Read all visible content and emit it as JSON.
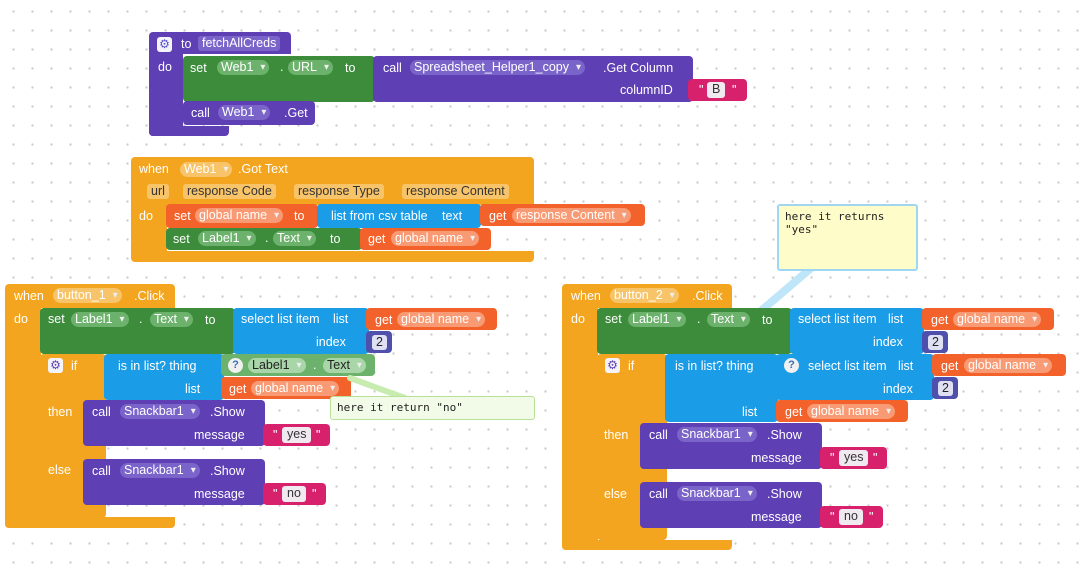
{
  "fetch": {
    "kw_to": "to",
    "name": "fetchAllCreds",
    "kw_do": "do",
    "set": "set",
    "component": "Web1",
    "dot": ".",
    "prop": "URL",
    "kw_to2": "to",
    "call": "call",
    "helper": "Spreadsheet_Helper1_copy",
    "method": ".Get Column",
    "arg_label": "columnID",
    "arg_value": "B",
    "call2": "call",
    "component2": "Web1",
    "method2": ".Get"
  },
  "gottext": {
    "when": "when",
    "component": "Web1",
    "event": ".Got Text",
    "params": [
      "url",
      "response Code",
      "response Type",
      "response Content"
    ],
    "kw_do": "do",
    "set1": "set",
    "var1": "global name",
    "to1": "to",
    "csv_label": "list from csv table",
    "csv_text": "text",
    "get1": "get",
    "get1_var": "response Content",
    "set2": "set",
    "comp2": "Label1",
    "dot": ".",
    "prop2": "Text",
    "to2": "to",
    "get2": "get",
    "get2_var": "global name"
  },
  "b1": {
    "when": "when",
    "component": "button_1",
    "event": ".Click",
    "kw_do": "do",
    "set": "set",
    "label": "Label1",
    "dot": ".",
    "prop": "Text",
    "to": "to",
    "select": "select list item",
    "list_kw": "list",
    "get": "get",
    "var": "global name",
    "index_kw": "index",
    "index_val": "2",
    "if": "if",
    "isin": "is in list? thing",
    "thing_label": "Label1",
    "thing_prop": "Text",
    "list_kw2": "list",
    "get2": "get",
    "var2": "global name",
    "then": "then",
    "else": "else",
    "call": "call",
    "snackbar": "Snackbar1",
    "show": ".Show",
    "message": "message",
    "yes": "yes",
    "no": "no",
    "note": "here it return \"no\""
  },
  "b2": {
    "when": "when",
    "component": "button_2",
    "event": ".Click",
    "kw_do": "do",
    "set": "set",
    "label": "Label1",
    "dot": ".",
    "prop": "Text",
    "to": "to",
    "select": "select list item",
    "list_kw": "list",
    "get": "get",
    "var": "global name",
    "index_kw": "index",
    "index_val": "2",
    "if": "if",
    "isin": "is in list? thing",
    "select2": "select list item",
    "list_kw2": "list",
    "get2": "get",
    "var2": "global name",
    "index_kw2": "index",
    "index_val2": "2",
    "list_kw3": "list",
    "get3": "get",
    "var3": "global name",
    "then": "then",
    "else": "else",
    "call": "call",
    "snackbar": "Snackbar1",
    "show": ".Show",
    "message": "message",
    "yes": "yes",
    "no": "no",
    "note": "here it returns\n\"yes\""
  },
  "colors": {
    "procedure": "#5e3fb4",
    "set_block": "#3c8c3c",
    "event": "#f4a51f",
    "list": "#1b9ce6",
    "variable": "#f3622a",
    "number": "#4e50ab",
    "text": "#d8216c",
    "control": "#f4a51f"
  }
}
